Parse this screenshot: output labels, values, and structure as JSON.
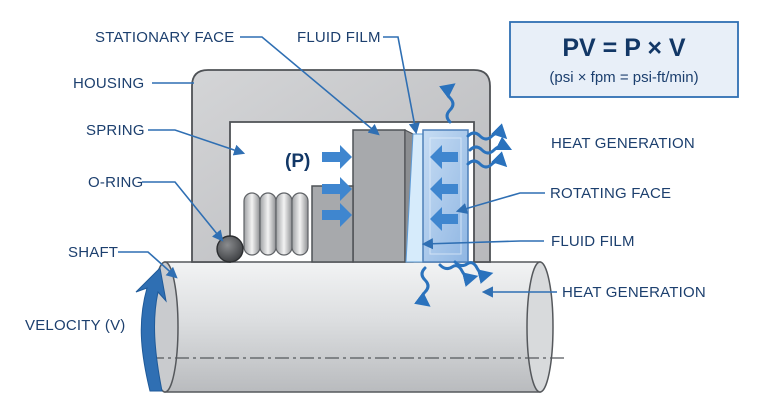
{
  "formula": {
    "main": "PV = P × V",
    "sub": "(psi × fpm = psi-ft/min)"
  },
  "labels": {
    "stationary_face": "STATIONARY FACE",
    "fluid_film_top": "FLUID FILM",
    "housing": "HOUSING",
    "spring": "SPRING",
    "pressure": "(P)",
    "o_ring": "O-RING",
    "shaft": "SHAFT",
    "velocity": "VELOCITY (V)",
    "heat_generation_top": "HEAT GENERATION",
    "rotating_face": "ROTATING FACE",
    "fluid_film_bottom": "FLUID FILM",
    "heat_generation_bottom": "HEAT GENERATION"
  },
  "colors": {
    "label_text": "#1c3f6e",
    "leader": "#2f6fb3",
    "arrow_fill": "#3f86cf",
    "housing": "#c9cacc",
    "stationary_face": "#a7a9ac",
    "rotating_face": "#a9c8ec",
    "fluid_film": "#d6ebfb",
    "formula_bg": "#e8eff8",
    "formula_border": "#2f6fb3"
  }
}
